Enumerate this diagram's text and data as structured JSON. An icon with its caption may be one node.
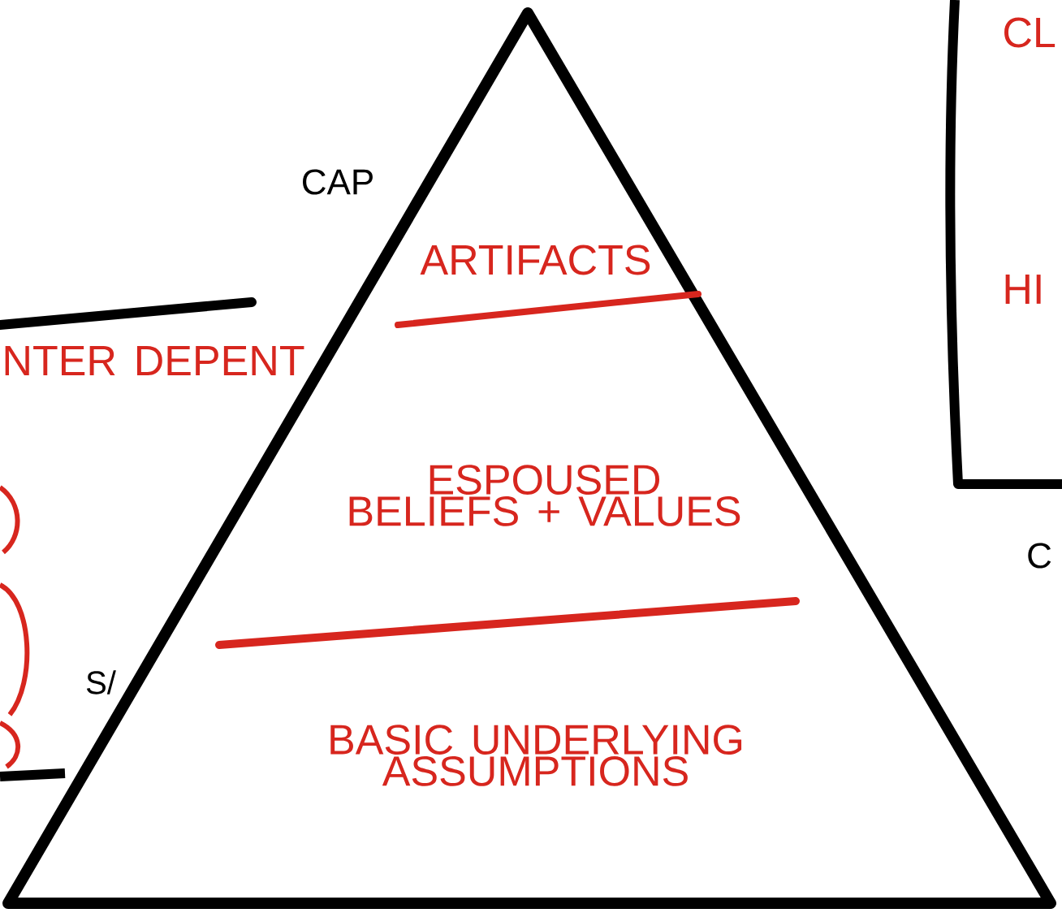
{
  "diagram": {
    "nodes": [
      {
        "text": [
          "ARTIFACTS",
          "ESPOUSED BELIEFS + VALUES",
          "BASIC UNDERLYING ASSUMPTIONS"
        ]
      },
      {
        "text": [
          "NTER DEPENT"
        ]
      },
      {
        "text": [
          "CL",
          "HI"
        ]
      }
    ],
    "labels": [
      "CAP",
      "S/",
      "C"
    ]
  }
}
